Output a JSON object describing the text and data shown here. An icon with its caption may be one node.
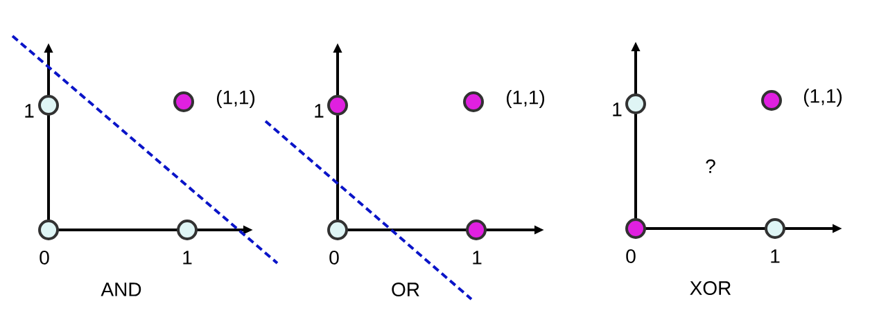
{
  "diagram": {
    "labels": [
      "1",
      "(1,1)",
      "0",
      "1",
      "AND",
      "1",
      "(1,1)",
      "0",
      "1",
      "OR",
      "1",
      "(1,1)",
      "?",
      "0",
      "1",
      "XOR"
    ]
  }
}
